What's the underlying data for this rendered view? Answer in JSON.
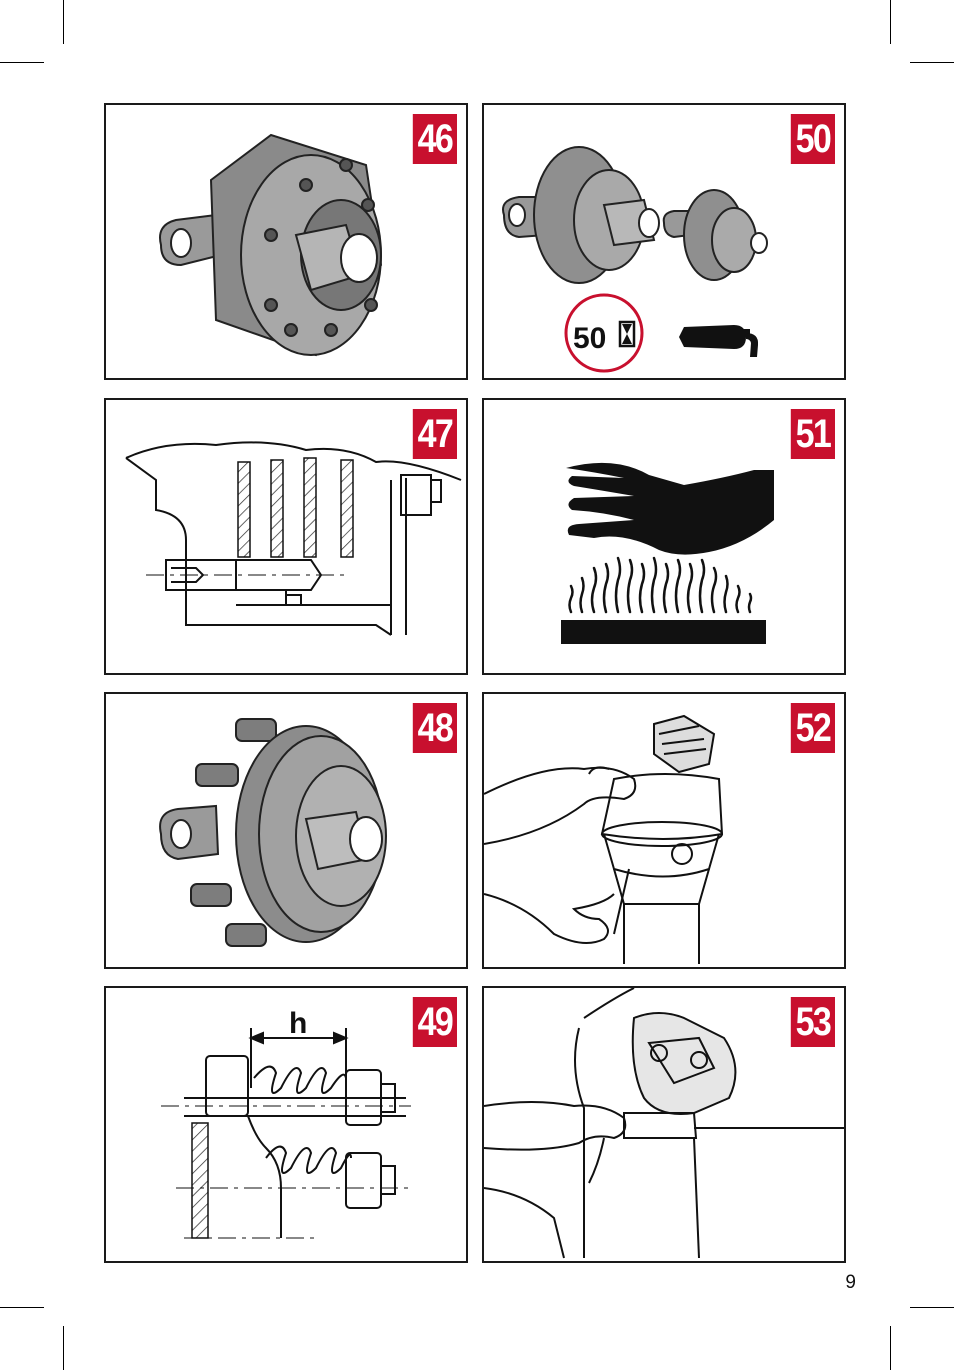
{
  "panels": [
    {
      "id": "46",
      "label": "46",
      "subject": "coupling-flange"
    },
    {
      "id": "50",
      "label": "50",
      "subject": "friction-clutch-pair"
    },
    {
      "id": "47",
      "label": "47",
      "subject": "bolt-section-drawing"
    },
    {
      "id": "51",
      "label": "51",
      "subject": "hot-surface-warning"
    },
    {
      "id": "48",
      "label": "48",
      "subject": "spring-clutch"
    },
    {
      "id": "52",
      "label": "52",
      "subject": "guard-cone-fitting"
    },
    {
      "id": "49",
      "label": "49",
      "subject": "spring-height-drawing"
    },
    {
      "id": "53",
      "label": "53",
      "subject": "yoke-assembly"
    }
  ],
  "icons": {
    "hours_value": "50",
    "dimension_label": "h"
  },
  "colors": {
    "badge": "#c8102e",
    "border": "#1a1a1a"
  },
  "page": {
    "number": "9"
  }
}
